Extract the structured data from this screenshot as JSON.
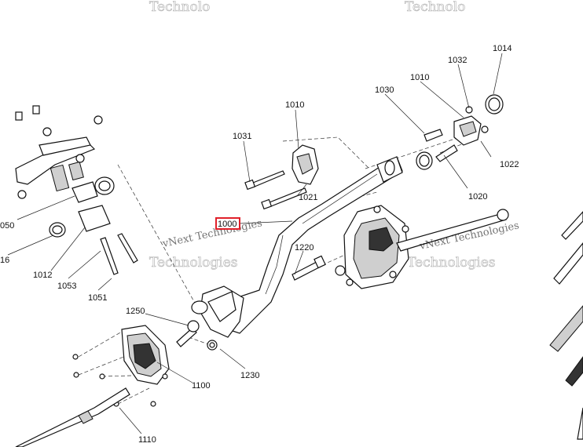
{
  "diagram": {
    "callouts": [
      {
        "id": "c1014",
        "label": "1014"
      },
      {
        "id": "c1032",
        "label": "1032"
      },
      {
        "id": "c1010a",
        "label": "1010"
      },
      {
        "id": "c1030",
        "label": "1030"
      },
      {
        "id": "c1010b",
        "label": "1010"
      },
      {
        "id": "c1031",
        "label": "1031"
      },
      {
        "id": "c1022",
        "label": "1022"
      },
      {
        "id": "c1021",
        "label": "1021"
      },
      {
        "id": "c1020",
        "label": "1020"
      },
      {
        "id": "c1000",
        "label": "1000",
        "highlighted": true
      },
      {
        "id": "c050",
        "label": "050"
      },
      {
        "id": "c16",
        "label": "16"
      },
      {
        "id": "c1012",
        "label": "1012"
      },
      {
        "id": "c1053",
        "label": "1053"
      },
      {
        "id": "c1051",
        "label": "1051"
      },
      {
        "id": "c1220",
        "label": "1220"
      },
      {
        "id": "c1250",
        "label": "1250"
      },
      {
        "id": "c1230",
        "label": "1230"
      },
      {
        "id": "c1100",
        "label": "1100"
      },
      {
        "id": "c1110",
        "label": "1110"
      }
    ],
    "watermarks": [
      {
        "id": "w1",
        "text": "vNext Technologies"
      },
      {
        "id": "w2",
        "text": "vNext Technologies"
      }
    ],
    "highlight_color": "#e0202a"
  }
}
